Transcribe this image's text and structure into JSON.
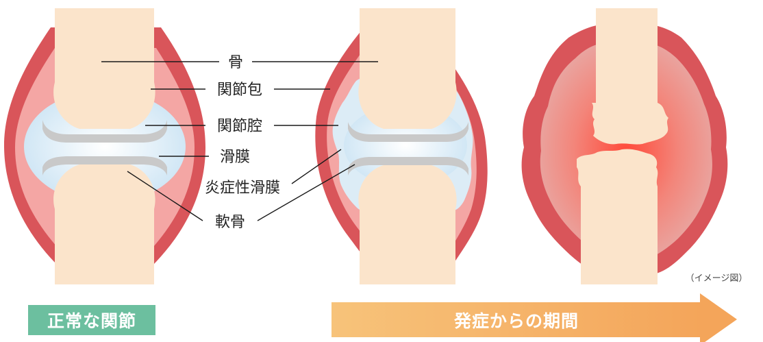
{
  "labels": {
    "bone": "骨",
    "joint_capsule": "関節包",
    "joint_cavity": "関節腔",
    "synovium": "滑膜",
    "inflamed_synovium": "炎症性滑膜",
    "cartilage": "軟骨"
  },
  "note": "（イメージ図）",
  "banners": {
    "normal": "正常な関節",
    "period": "発症からの期間"
  },
  "colors": {
    "bone": "#fbe4cb",
    "capsule_dark": "#d9555a",
    "capsule_light": "#f4a6a4",
    "cavity": "#dcecf6",
    "cartilage": "#c9c9c9",
    "banner_normal": "#6cbf9f",
    "banner_period": "#f4a55a"
  }
}
